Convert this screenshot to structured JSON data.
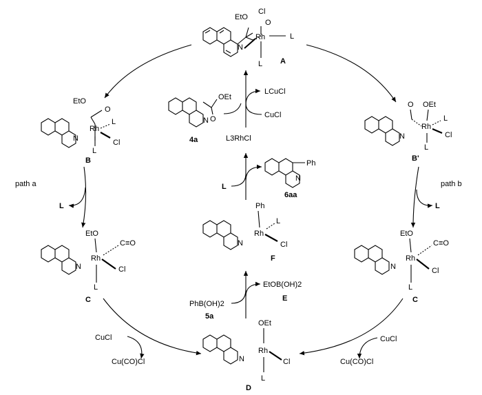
{
  "species": {
    "A": {
      "label": "A",
      "ligands": [
        "EtO",
        "Cl",
        "O",
        "Rh",
        "L",
        "N",
        "L"
      ]
    },
    "B": {
      "label": "B",
      "ligands": [
        "EtO",
        "O",
        "Rh",
        "L",
        "N",
        "L",
        "Cl"
      ]
    },
    "Bp": {
      "label": "B'",
      "ligands": [
        "O",
        "OEt",
        "Rh",
        "L",
        "N",
        "Cl",
        "L"
      ]
    },
    "CL": {
      "label": "C",
      "ligands": [
        "EtO",
        "C≡O",
        "Rh",
        "N",
        "Cl",
        "L"
      ]
    },
    "CR": {
      "label": "C",
      "ligands": [
        "EtO",
        "C≡O",
        "Rh",
        "N",
        "Cl",
        "L"
      ]
    },
    "D": {
      "label": "D",
      "ligands": [
        "OEt",
        "Rh",
        "N",
        "Cl",
        "L"
      ]
    },
    "F": {
      "label": "F",
      "ligands": [
        "Ph",
        "L",
        "Rh",
        "N",
        "Cl"
      ]
    },
    "4a": {
      "label": "4a",
      "ligands": [
        "OEt",
        "O",
        "N"
      ]
    },
    "6aa": {
      "label": "6aa",
      "ligands": [
        "Ph",
        "N"
      ]
    },
    "5a": {
      "label": "5a",
      "formula": "PhB(OH)2"
    }
  },
  "reagents": {
    "l3rhcl": "L3RhCl",
    "lcucl": "LCuCl",
    "cucl_top": "CuCl",
    "l_center": "L",
    "etob": "EtOB(OH)2",
    "E": "E",
    "path_a": "path a",
    "path_b": "path b",
    "l_left": "L",
    "l_right": "L",
    "cucl_left": "CuCl",
    "cucocl_left": "Cu(CO)Cl",
    "cucl_right": "CuCl",
    "cucocl_right": "Cu(CO)Cl"
  }
}
